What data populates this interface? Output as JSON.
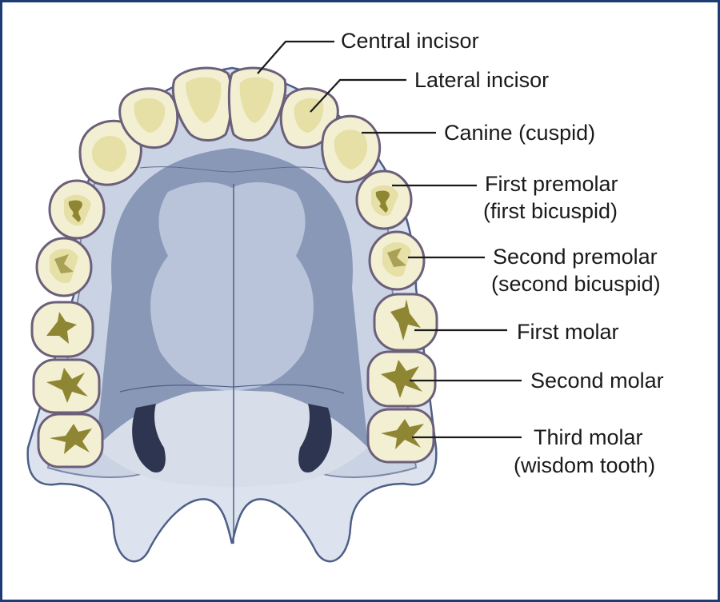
{
  "labels": {
    "central_incisor": "Central incisor",
    "lateral_incisor": "Lateral incisor",
    "canine": "Canine (cuspid)",
    "first_premolar_1": "First premolar",
    "first_premolar_2": "(first bicuspid)",
    "second_premolar_1": "Second premolar",
    "second_premolar_2": "(second bicuspid)",
    "first_molar": "First molar",
    "second_molar": "Second molar",
    "third_molar_1": "Third molar",
    "third_molar_2": "(wisdom tooth)"
  },
  "colors": {
    "frame_border": "#1f3b73",
    "palate_dark": "#8a98b8",
    "palate_light": "#b9c4da",
    "gum": "#c9d3e3",
    "tooth_fill": "#f3efd2",
    "tooth_outline": "#6b5f7a",
    "fissure": "#8f8633"
  }
}
